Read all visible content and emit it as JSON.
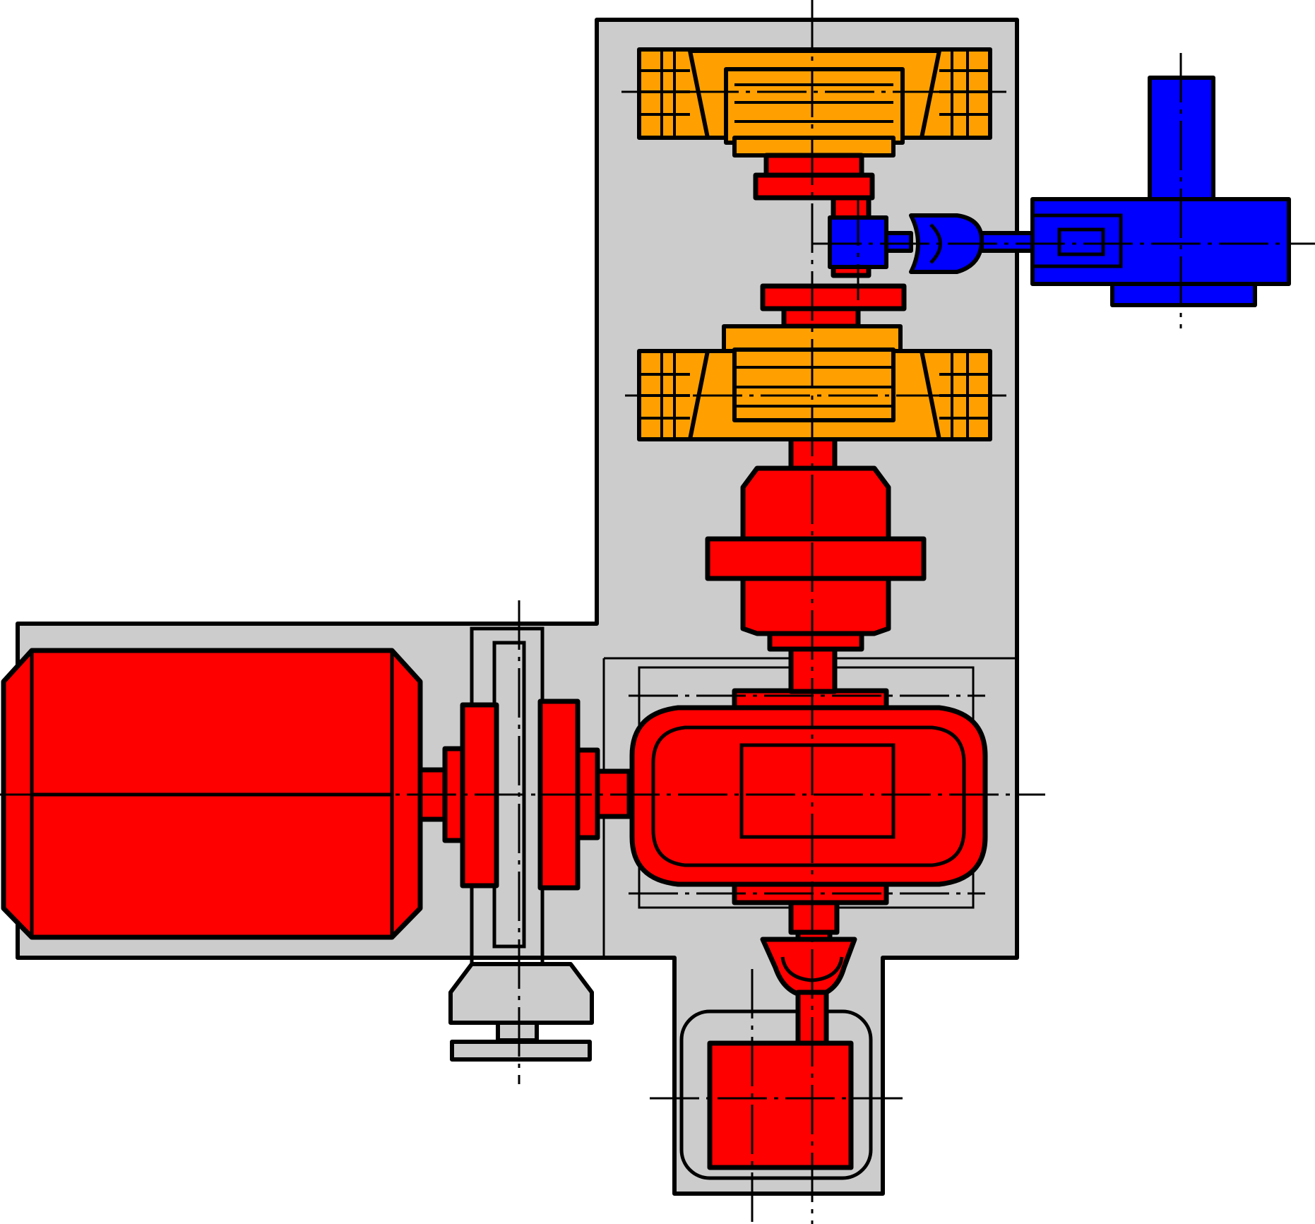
{
  "diagram": {
    "type": "mechanical-drive-schematic",
    "colors": {
      "ink": "#000000",
      "frame": "#cccccc",
      "red": "#ff0000",
      "orange": "#ffa000",
      "blue": "#0000ff",
      "background": "#ffffff"
    },
    "parts": [
      {
        "id": "base-frame",
        "color": "frame"
      },
      {
        "id": "electric-motor",
        "color": "red"
      },
      {
        "id": "shaft-coupling",
        "color": "red"
      },
      {
        "id": "handwheel-bracket",
        "color": "frame"
      },
      {
        "id": "gearbox",
        "color": "red"
      },
      {
        "id": "vertical-coupling",
        "color": "red"
      },
      {
        "id": "lower-drive-unit",
        "color": "red"
      },
      {
        "id": "upper-roll",
        "color": "orange"
      },
      {
        "id": "lower-roll",
        "color": "orange"
      },
      {
        "id": "side-actuator",
        "color": "blue"
      },
      {
        "id": "universal-joint",
        "color": "blue"
      }
    ]
  }
}
